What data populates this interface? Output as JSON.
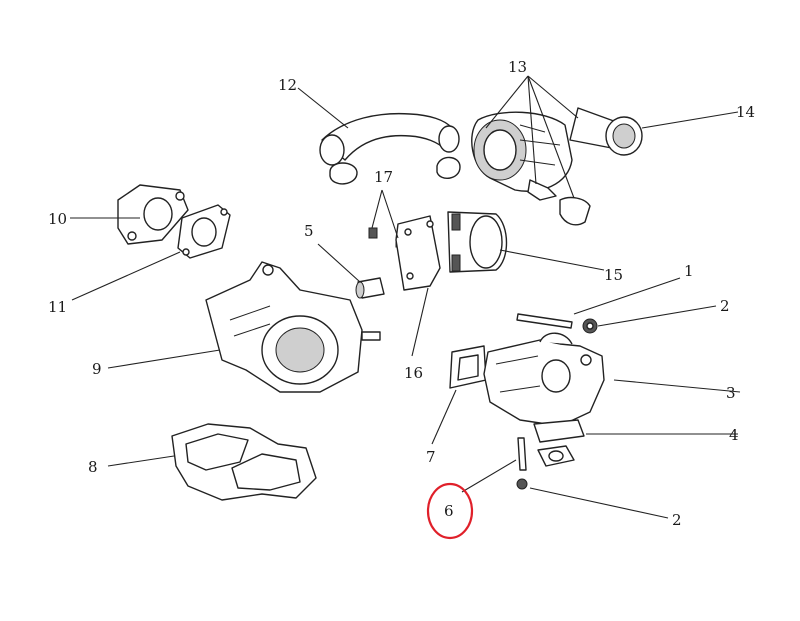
{
  "callouts": {
    "c1": "1",
    "c2a": "2",
    "c2b": "2",
    "c3": "3",
    "c4": "4",
    "c5": "5",
    "c6": "6",
    "c7": "7",
    "c8": "8",
    "c9": "9",
    "c10": "10",
    "c11": "11",
    "c12": "12",
    "c13": "13",
    "c14": "14",
    "c15": "15",
    "c16": "16",
    "c17": "17"
  },
  "highlight": {
    "callout": "6",
    "color": "#e0202a"
  },
  "colors": {
    "line": "#222222",
    "highlight": "#e0202a",
    "background": "#ffffff"
  }
}
